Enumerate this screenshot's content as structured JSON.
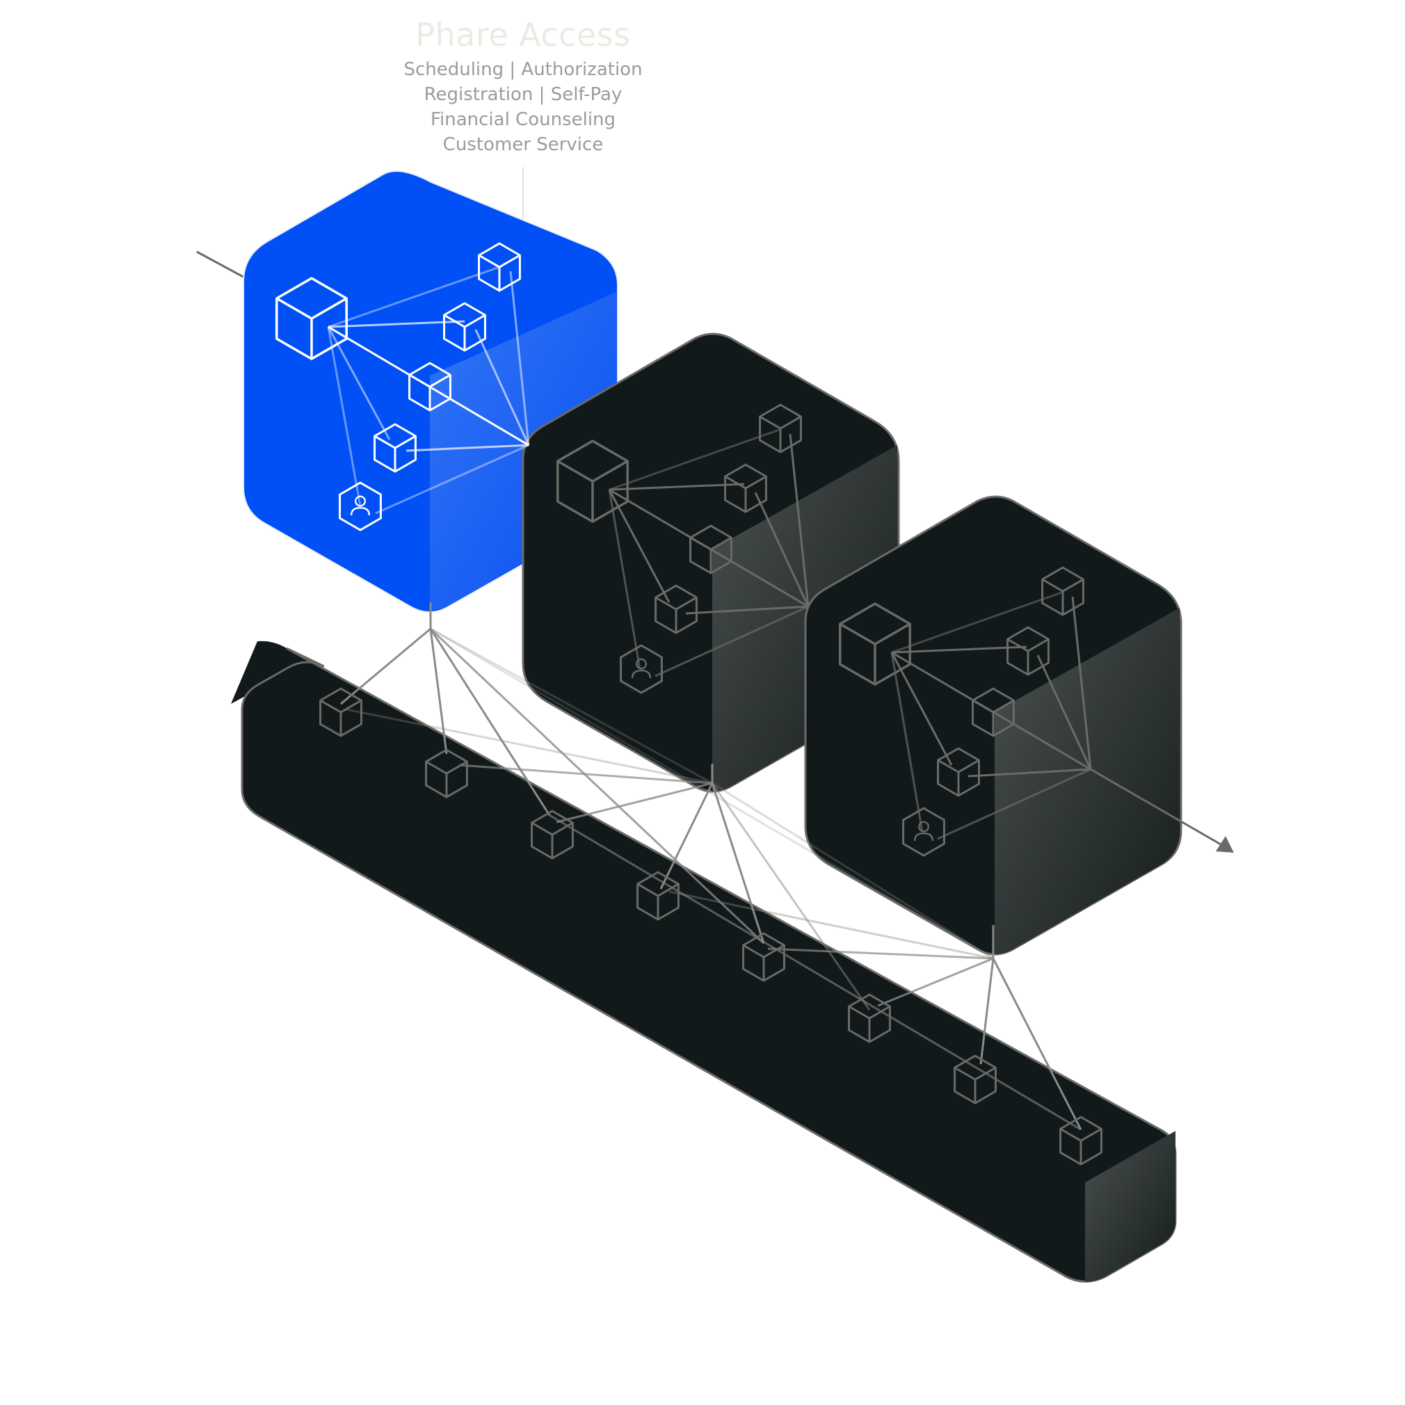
{
  "header": {
    "title": "Phare Access",
    "lines": [
      "Scheduling | Authorization",
      "Registration | Self-Pay",
      "Financial Counseling",
      "Customer Service"
    ]
  },
  "colors": {
    "accent_blue": "#0150f5",
    "dark_block": "#11191a",
    "dark_outline": "#6b6b66",
    "connector": "#8a8a86",
    "white": "#ffffff"
  },
  "icons": [
    "cube-icon",
    "user-hexagon-icon",
    "arrow-head-icon"
  ]
}
